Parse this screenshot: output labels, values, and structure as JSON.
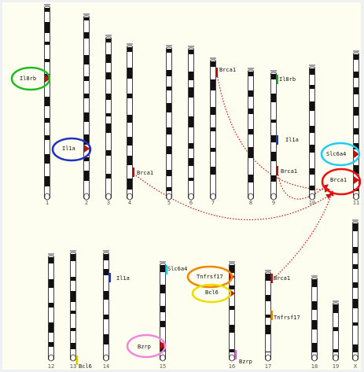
{
  "chromosomes": [
    {
      "id": "1",
      "label": "1",
      "band_pattern": "black-white",
      "cap": "white-bottom"
    },
    {
      "id": "2",
      "label": "2",
      "band_pattern": "black-white",
      "cap": "white-bottom"
    },
    {
      "id": "3",
      "label": "3",
      "band_pattern": "black-white",
      "cap": "white-bottom"
    },
    {
      "id": "4",
      "label": "4",
      "band_pattern": "black-white",
      "cap": "white-bottom"
    },
    {
      "id": "5",
      "label": "5",
      "band_pattern": "black-white",
      "cap": "white-bottom"
    },
    {
      "id": "6",
      "label": "6",
      "band_pattern": "black-white",
      "cap": "white-bottom"
    },
    {
      "id": "7",
      "label": "7",
      "band_pattern": "black-white",
      "cap": "white-bottom"
    },
    {
      "id": "8",
      "label": "8",
      "band_pattern": "black-white",
      "cap": "white-bottom"
    },
    {
      "id": "9",
      "label": "9",
      "band_pattern": "black-white",
      "cap": "white-bottom"
    },
    {
      "id": "10",
      "label": "10",
      "band_pattern": "black-white",
      "cap": "white-bottom"
    },
    {
      "id": "11",
      "label": "11",
      "band_pattern": "black-white",
      "cap": "white-bottom"
    },
    {
      "id": "12",
      "label": "12",
      "band_pattern": "black-white",
      "cap": "white-bottom"
    },
    {
      "id": "13",
      "label": "13",
      "band_pattern": "black-white",
      "cap": "white-bottom"
    },
    {
      "id": "14",
      "label": "14",
      "band_pattern": "black-white",
      "cap": "white-bottom"
    },
    {
      "id": "15",
      "label": "15",
      "band_pattern": "black-white",
      "cap": "white-bottom"
    },
    {
      "id": "16",
      "label": "16",
      "band_pattern": "black-white",
      "cap": "white-bottom"
    },
    {
      "id": "17",
      "label": "17",
      "band_pattern": "black-white",
      "cap": "white-bottom"
    },
    {
      "id": "18",
      "label": "18",
      "band_pattern": "black-white",
      "cap": "white-bottom"
    },
    {
      "id": "19",
      "label": "19",
      "band_pattern": "black-white",
      "cap": "white-bottom"
    },
    {
      "id": "X",
      "label": "X",
      "band_pattern": "black-white",
      "cap": "white-bottom"
    }
  ],
  "markers": [
    {
      "id": "m1",
      "gene": "Il8rb",
      "chrom": "1",
      "color": "#c01010",
      "flag": true,
      "side": "left",
      "circle": "#22bb22"
    },
    {
      "id": "m2",
      "gene": "Il1a",
      "chrom": "2",
      "color": "#c01010",
      "flag": true,
      "side": "left",
      "circle": "#2233bb"
    },
    {
      "id": "m3",
      "gene": "Brca1",
      "chrom": "4",
      "color": "#b01515",
      "flag": false,
      "side": "right",
      "circle": ""
    },
    {
      "id": "m4",
      "gene": "Brca1",
      "chrom": "7",
      "color": "#b01515",
      "flag": false,
      "side": "right",
      "circle": ""
    },
    {
      "id": "m5",
      "gene": "Il8rb",
      "chrom": "9",
      "color": "#22aa22",
      "flag": false,
      "side": "right",
      "circle": ""
    },
    {
      "id": "m6",
      "gene": "Il1a",
      "chrom": "9",
      "color": "#2233bb",
      "flag": false,
      "side": "right",
      "circle": ""
    },
    {
      "id": "m7",
      "gene": "Brca1",
      "chrom": "9",
      "color": "#b01515",
      "flag": false,
      "side": "right",
      "circle": ""
    },
    {
      "id": "m8",
      "gene": "Slc6a4",
      "chrom": "11",
      "color": "#c01010",
      "flag": true,
      "side": "left",
      "circle": "#22ccee"
    },
    {
      "id": "m9",
      "gene": "Brca1",
      "chrom": "11",
      "color": "#c01010",
      "flag": true,
      "side": "left",
      "circle": "#ee1111"
    },
    {
      "id": "m10",
      "gene": "Bcl6",
      "chrom": "13",
      "color": "#ddcc00",
      "flag": false,
      "side": "right",
      "circle": ""
    },
    {
      "id": "m11",
      "gene": "Il1a",
      "chrom": "14",
      "color": "#2233bb",
      "flag": false,
      "side": "right",
      "circle": ""
    },
    {
      "id": "m12",
      "gene": "Slc6a4",
      "chrom": "15",
      "color": "#22ccee",
      "flag": false,
      "side": "right",
      "circle": ""
    },
    {
      "id": "m13",
      "gene": "Bzrp",
      "chrom": "15",
      "color": "#c01010",
      "flag": true,
      "side": "left",
      "circle": "#ee88dd"
    },
    {
      "id": "m14",
      "gene": "Tnfrsf17",
      "chrom": "16",
      "color": "#c01010",
      "flag": true,
      "side": "left",
      "circle": "#ee8800"
    },
    {
      "id": "m15",
      "gene": "Bcl6",
      "chrom": "16",
      "color": "#c01010",
      "flag": true,
      "side": "left",
      "circle": "#eedd00"
    },
    {
      "id": "m16",
      "gene": "Bzrp",
      "chrom": "16",
      "color": "#cc66cc",
      "flag": false,
      "side": "right",
      "circle": ""
    },
    {
      "id": "m17",
      "gene": "Brca1",
      "chrom": "17",
      "color": "#b01515",
      "flag": false,
      "side": "right",
      "circle": ""
    },
    {
      "id": "m18",
      "gene": "Tnfrsf17",
      "chrom": "17",
      "color": "#ee8800",
      "flag": false,
      "side": "right",
      "circle": ""
    }
  ],
  "links": [
    {
      "from": "m3",
      "to": "m9",
      "color": "#cc1111",
      "style": "dotted"
    },
    {
      "from": "m4",
      "to": "m9",
      "color": "#cc1111",
      "style": "dotted"
    },
    {
      "from": "m7",
      "to": "m9",
      "color": "#cc1111",
      "style": "dotted"
    },
    {
      "from": "m17",
      "to": "m9",
      "color": "#cc1111",
      "style": "dotted"
    }
  ]
}
